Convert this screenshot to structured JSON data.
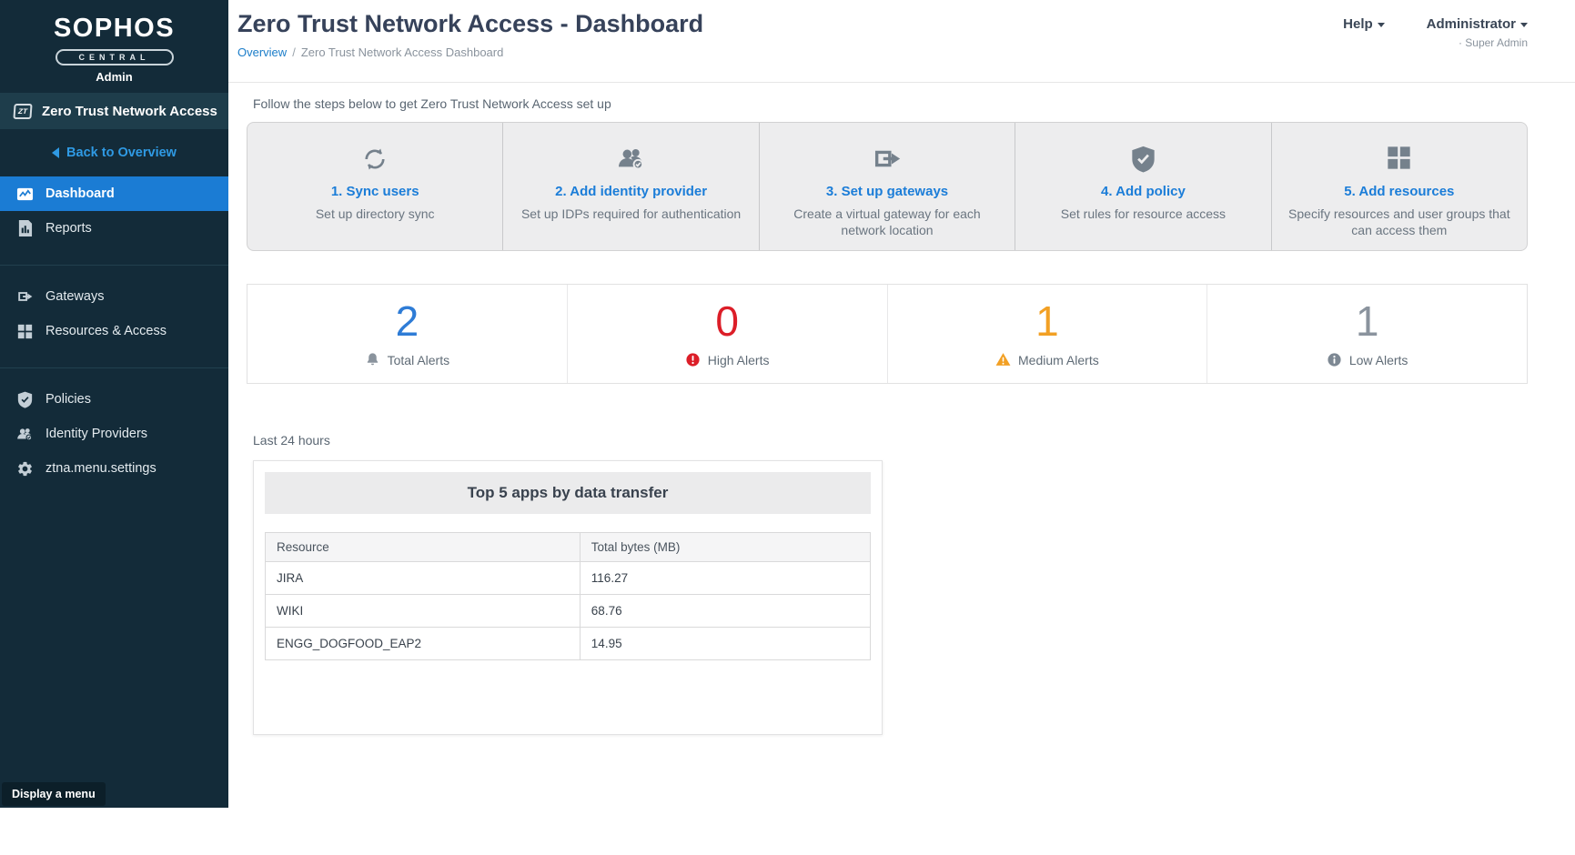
{
  "sidebar": {
    "logo": {
      "brand": "SOPHOS",
      "product": "CENTRAL",
      "role": "Admin"
    },
    "product_nav": {
      "badge": "ZT",
      "label": "Zero Trust Network Access"
    },
    "back_link": "Back to Overview",
    "items": [
      {
        "label": "Dashboard",
        "icon": "dashboard-icon",
        "selected": true
      },
      {
        "label": "Reports",
        "icon": "reports-icon",
        "selected": false
      },
      {
        "label": "Gateways",
        "icon": "gateway-icon",
        "selected": false
      },
      {
        "label": "Resources & Access",
        "icon": "grid-icon",
        "selected": false
      },
      {
        "label": "Policies",
        "icon": "shield-check-icon",
        "selected": false
      },
      {
        "label": "Identity Providers",
        "icon": "identity-icon",
        "selected": false
      },
      {
        "label": "ztna.menu.settings",
        "icon": "gear-icon",
        "selected": false
      }
    ],
    "footer_tooltip": "Display a menu"
  },
  "header": {
    "title": "Zero Trust Network Access - Dashboard",
    "breadcrumb": {
      "link": "Overview",
      "separator": "/",
      "current": "Zero Trust Network Access Dashboard"
    },
    "help_label": "Help",
    "user": {
      "name": "Administrator",
      "role": "· Super Admin"
    }
  },
  "setup": {
    "intro": "Follow the steps below to get Zero Trust Network Access set up",
    "steps": [
      {
        "title": "1. Sync users",
        "description": "Set up directory sync",
        "icon": "sync-icon"
      },
      {
        "title": "2. Add identity provider",
        "description": "Set up IDPs required for authentication",
        "icon": "identity-icon"
      },
      {
        "title": "3. Set up gateways",
        "description": "Create a virtual gateway for each network location",
        "icon": "gateway-icon"
      },
      {
        "title": "4. Add policy",
        "description": "Set rules for resource access",
        "icon": "shield-check-icon"
      },
      {
        "title": "5. Add resources",
        "description": "Specify resources and user groups that can access them",
        "icon": "grid-icon"
      }
    ]
  },
  "alerts": {
    "cards": [
      {
        "count": "2",
        "label": "Total Alerts",
        "icon": "bell-icon",
        "color": "#2e7cd6"
      },
      {
        "count": "0",
        "label": "High Alerts",
        "icon": "high-alert-icon",
        "color": "#dc1e28"
      },
      {
        "count": "1",
        "label": "Medium Alerts",
        "icon": "medium-alert-icon",
        "color": "#f2a024"
      },
      {
        "count": "1",
        "label": "Low Alerts",
        "icon": "low-alert-icon",
        "color": "#8a939d"
      }
    ]
  },
  "report": {
    "period_label": "Last 24 hours",
    "chart_title": "Top 5 apps by data transfer",
    "columns": [
      "Resource",
      "Total bytes (MB)"
    ],
    "rows": [
      {
        "resource": "JIRA",
        "total_mb": "116.27"
      },
      {
        "resource": "WIKI",
        "total_mb": "68.76"
      },
      {
        "resource": "ENGG_DOGFOOD_EAP2",
        "total_mb": "14.95"
      }
    ]
  },
  "colors": {
    "sidebar_bg": "#132b39",
    "selected_item_blue": "#1b7cd4",
    "link_blue": "#1b7dd8",
    "alert_blue": "#2e7cd6",
    "alert_red": "#dc1e28",
    "alert_orange": "#f2a024",
    "alert_gray": "#8a939d",
    "banner_gray": "#ededee"
  }
}
